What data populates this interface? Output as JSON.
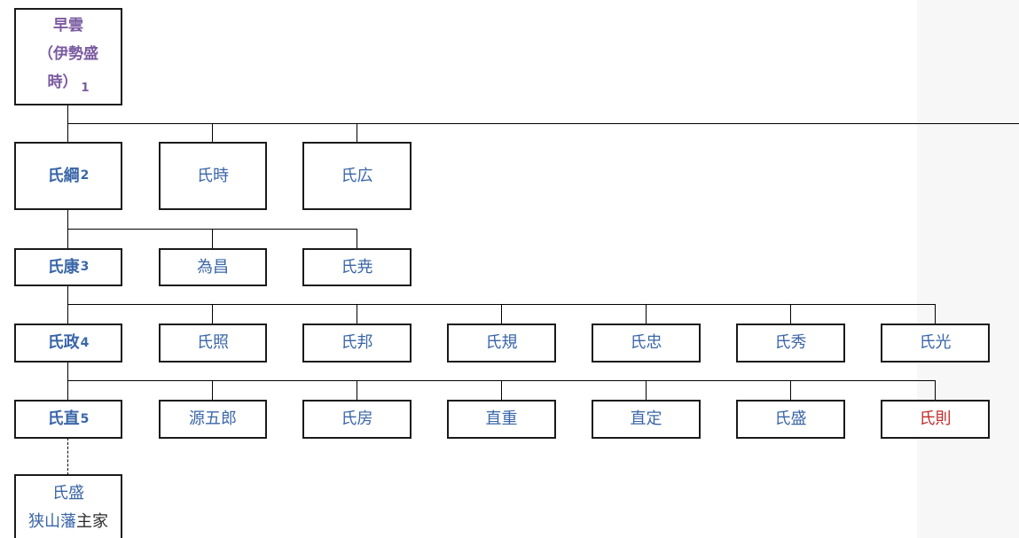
{
  "colors": {
    "default_name": "#3a66a8",
    "root_name": "#7a5aa0",
    "highlight_name": "#c32b2b",
    "plain_text": "#2a2a2a",
    "box_border": "#1a1a1a"
  },
  "root": {
    "name_line1": "早雲",
    "name_line2": "（伊勢盛",
    "name_line3": "時）",
    "order": "1"
  },
  "gen2": {
    "main": {
      "name": "氏綱",
      "order": "2"
    },
    "siblings": [
      "氏時",
      "氏広"
    ]
  },
  "gen3": {
    "main": {
      "name": "氏康",
      "order": "3"
    },
    "siblings": [
      "為昌",
      "氏尭"
    ]
  },
  "gen4": {
    "main": {
      "name": "氏政",
      "order": "4"
    },
    "siblings": [
      "氏照",
      "氏邦",
      "氏規",
      "氏忠",
      "氏秀",
      "氏光"
    ]
  },
  "gen5": {
    "main": {
      "name": "氏直",
      "order": "5"
    },
    "siblings": [
      "源五郎",
      "氏房",
      "直重",
      "直定",
      "氏盛",
      "氏則"
    ]
  },
  "successor": {
    "name": "氏盛",
    "domain": "狭山藩",
    "title": "主家"
  }
}
